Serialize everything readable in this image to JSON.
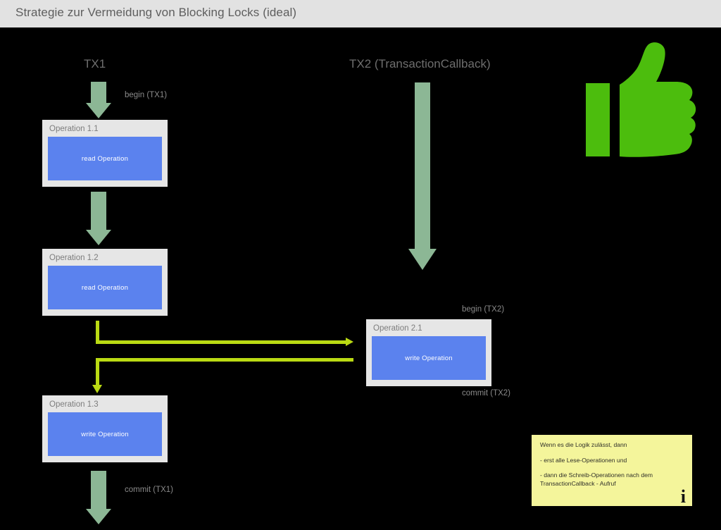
{
  "header": {
    "title": "Strategie zur Vermeidung von Blocking Locks (ideal)"
  },
  "columns": {
    "tx1_title": "TX1",
    "tx2_title": "TX2 (TransactionCallback)"
  },
  "operations": [
    {
      "id": "op11",
      "label": "Operation 1.1",
      "inner": "read Operation"
    },
    {
      "id": "op12",
      "label": "Operation 1.2",
      "inner": "read Operation"
    },
    {
      "id": "op13",
      "label": "Operation 1.3",
      "inner": "write Operation"
    },
    {
      "id": "op21",
      "label": "Operation 2.1",
      "inner": "write Operation"
    }
  ],
  "arrow_labels": {
    "begin_tx1": "begin (TX1)",
    "commit_tx1": "commit (TX1)",
    "begin_tx2": "begin (TX2)",
    "commit_tx2": "commit (TX2)"
  },
  "note": {
    "line1": "Wenn es die Logik zulässt, dann",
    "line2": "- erst alle Lese-Operationen und",
    "line3": "- dann die Schreib-Operationen nach dem TransactionCallback - Aufruf",
    "info_glyph": "i"
  },
  "icons": {
    "thumbs_up": "thumbs-up-icon"
  },
  "colors": {
    "background": "#000000",
    "header_bar": "#e2e2e2",
    "card": "#e6e6e6",
    "operation_blue": "#5b82ee",
    "sage_arrow": "#8cb795",
    "lime_arrow": "#bada13",
    "thumbs_up_green": "#4cbd0d",
    "note_yellow": "#f4f59b",
    "label_gray": "#8a8a8a"
  }
}
